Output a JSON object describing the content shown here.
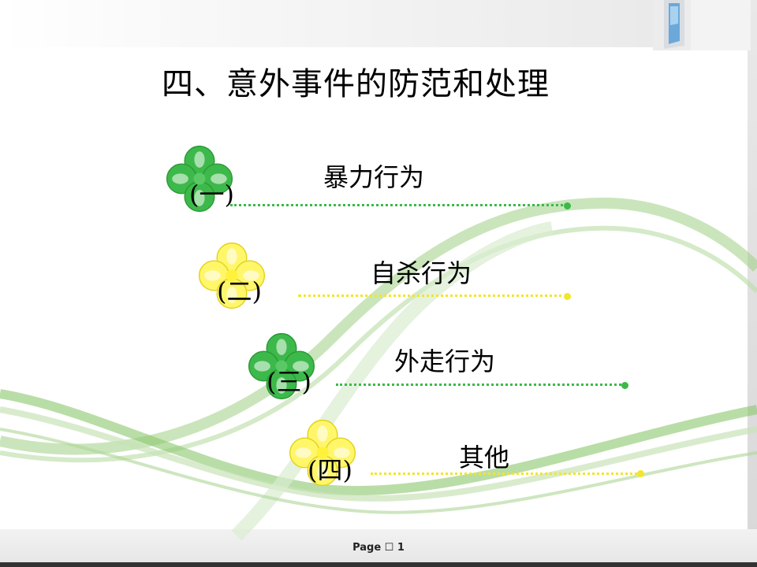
{
  "slide": {
    "title": "四、意外事件的防范和处理",
    "items": [
      {
        "number": "(一)",
        "label": "暴力行为",
        "flower_color": "green"
      },
      {
        "number": "(二)",
        "label": "自杀行为",
        "flower_color": "yellow"
      },
      {
        "number": "(三)",
        "label": "外走行为",
        "flower_color": "green"
      },
      {
        "number": "(四)",
        "label": "其他",
        "flower_color": "yellow"
      }
    ]
  },
  "footer": {
    "page_text": "Page ☐ 1"
  },
  "colors": {
    "green": "#3cb94a",
    "yellow": "#f2e628",
    "swoosh": "#9fcf84"
  }
}
